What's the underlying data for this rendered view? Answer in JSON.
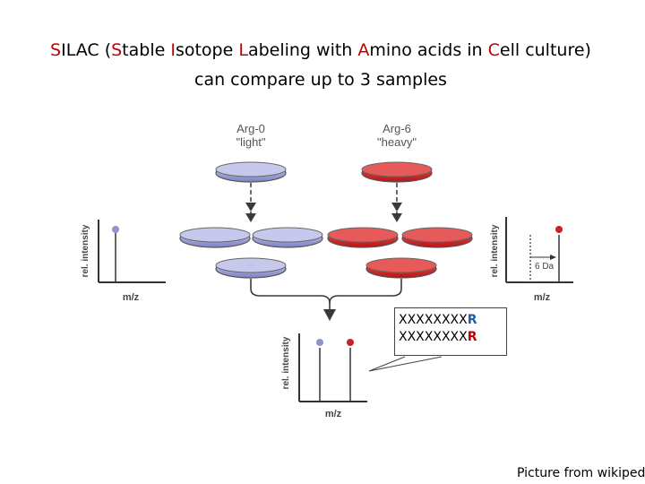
{
  "title": {
    "line1_parts": [
      {
        "text": "S",
        "color": "#c00000"
      },
      {
        "text": "ILAC (",
        "color": "#000000"
      },
      {
        "text": "S",
        "color": "#c00000"
      },
      {
        "text": "table ",
        "color": "#000000"
      },
      {
        "text": "I",
        "color": "#c00000"
      },
      {
        "text": "sotope ",
        "color": "#000000"
      },
      {
        "text": "L",
        "color": "#c00000"
      },
      {
        "text": "abeling with ",
        "color": "#000000"
      },
      {
        "text": "A",
        "color": "#c00000"
      },
      {
        "text": "mino acids in ",
        "color": "#000000"
      },
      {
        "text": "C",
        "color": "#c00000"
      },
      {
        "text": "ell culture)",
        "color": "#000000"
      }
    ],
    "line2": "can compare up to 3 samples"
  },
  "labels": {
    "light_name": "Arg-0",
    "light_desc": "\"light\"",
    "heavy_name": "Arg-6",
    "heavy_desc": "\"heavy\"",
    "y_axis": "rel. intensity",
    "x_axis": "m/z",
    "mass_shift": "6 Da"
  },
  "sequence_box": {
    "lines": [
      {
        "prefix": "XXXXXXXX",
        "suffix": "R",
        "suffix_color": "#1f5fa8"
      },
      {
        "prefix": "XXXXXXXX",
        "suffix": "R",
        "suffix_color": "#c00000"
      }
    ]
  },
  "credit": "Picture from wikipedi",
  "colors": {
    "light": "#9b9fd6",
    "heavy": "#d42a2a",
    "light_point": "#8d93cc",
    "heavy_point": "#c8202a",
    "arrow": "#3a3a3a",
    "axis": "#333333"
  }
}
